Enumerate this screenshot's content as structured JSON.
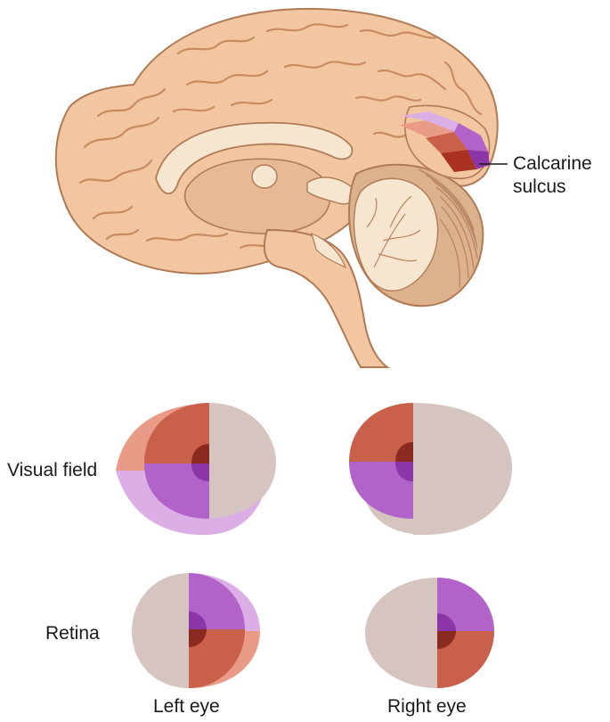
{
  "labels": {
    "calcarine_line1": "Calcarine",
    "calcarine_line2": "sulcus",
    "visual_field": "Visual field",
    "retina": "Retina",
    "left_eye": "Left eye",
    "right_eye": "Right eye"
  },
  "colors": {
    "brain_skin": "#f1c6a1",
    "brain_outline": "#b07a54",
    "white_matter": "#f6e6cf",
    "cerebellum": "#dcb28e",
    "gray_region": "#d6c4c0",
    "upper_red": "#c9604a",
    "upper_red_light": "#e99b87",
    "lower_purple": "#b263c9",
    "lower_purple_light": "#dcaee6",
    "fovea_red": "#8b2a1e",
    "fovea_purple": "#8b35a8",
    "cortex_dark_red": "#a8321f"
  }
}
